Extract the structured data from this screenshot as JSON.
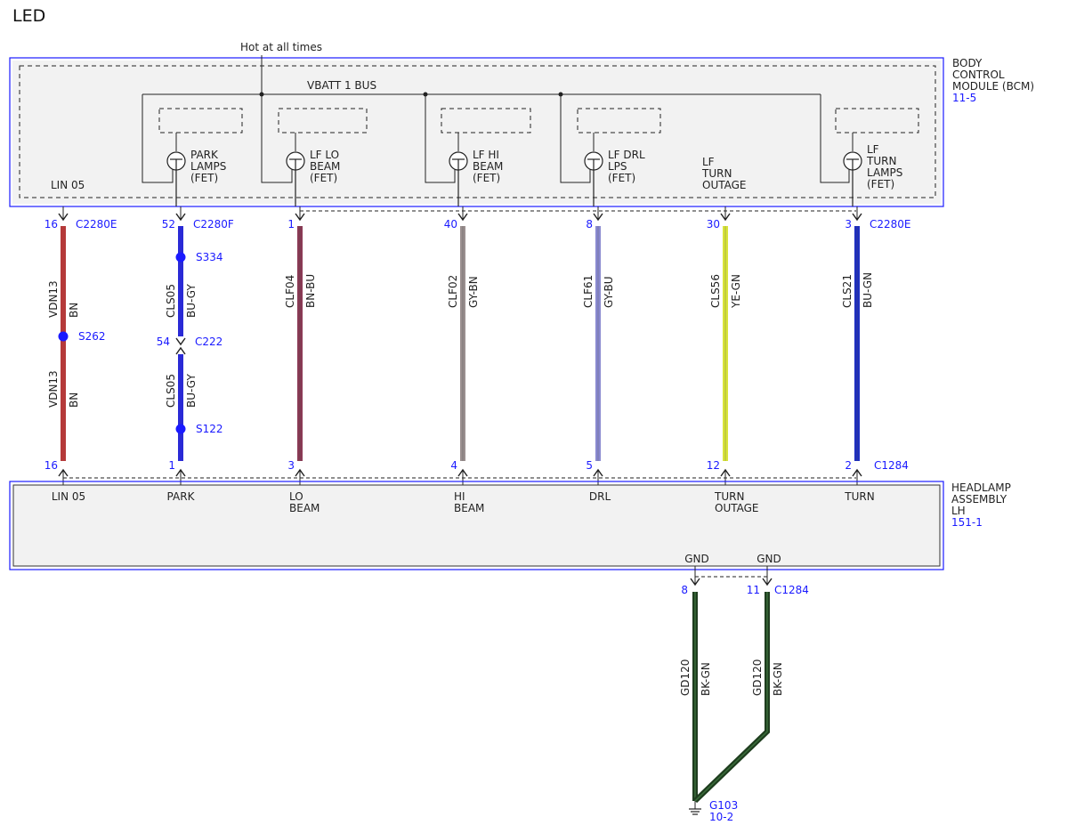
{
  "title": "LED",
  "hot_label": "Hot at all times",
  "bus_label": "VBATT 1 BUS",
  "bcm": {
    "name_lines": [
      "BODY",
      "CONTROL",
      "MODULE (BCM)"
    ],
    "ref": "11-5",
    "lin_label": "LIN 05"
  },
  "headlamp": {
    "name_lines": [
      "HEADLAMP",
      "ASSEMBLY",
      "LH"
    ],
    "ref": "151-1"
  },
  "fets": [
    {
      "label_lines": [
        "PARK",
        "LAMPS",
        "(FET)"
      ]
    },
    {
      "label_lines": [
        "LF LO",
        "BEAM",
        "(FET)"
      ]
    },
    {
      "label_lines": [
        "LF HI",
        "BEAM",
        "(FET)"
      ]
    },
    {
      "label_lines": [
        "LF DRL",
        "LPS",
        "(FET)"
      ]
    },
    {
      "label_lines": [
        "LF",
        "TURN",
        "LAMPS",
        "(FET)"
      ]
    }
  ],
  "turn_outage_bcm_lines": [
    "LF",
    "TURN",
    "OUTAGE"
  ],
  "circuits": [
    {
      "id": "lin",
      "top_pin": "16",
      "top_conn": "C2280E",
      "bottom_pin": "16",
      "bottom_conn": "",
      "color_hex": "#b53a3a",
      "segments": [
        {
          "circuit": "VDN13",
          "color": "BN"
        },
        {
          "circuit": "VDN13",
          "color": "BN"
        }
      ],
      "splice": "S262",
      "inline_conn": "",
      "inline_pin": "",
      "lamp_label_lines": [
        "LIN 05"
      ]
    },
    {
      "id": "park",
      "top_pin": "52",
      "top_conn": "C2280F",
      "bottom_pin": "1",
      "bottom_conn": "",
      "color_hex": "#2a2ad6",
      "segments": [
        {
          "circuit": "CLS05",
          "color": "BU-GY"
        },
        {
          "circuit": "CLS05",
          "color": "BU-GY"
        }
      ],
      "splice_top": "S334",
      "inline_pin": "54",
      "inline_conn": "C222",
      "splice_bottom": "S122",
      "lamp_label_lines": [
        "PARK"
      ]
    },
    {
      "id": "lobeam",
      "top_pin": "1",
      "top_conn": "",
      "bottom_pin": "3",
      "bottom_conn": "",
      "color_hex": "#8a3a55",
      "segments": [
        {
          "circuit": "CLF04",
          "color": "BN-BU"
        }
      ],
      "lamp_label_lines": [
        "LO",
        "BEAM"
      ]
    },
    {
      "id": "hibeam",
      "top_pin": "40",
      "top_conn": "",
      "bottom_pin": "4",
      "bottom_conn": "",
      "color_hex": "#9a8f8f",
      "segments": [
        {
          "circuit": "CLF02",
          "color": "GY-BN"
        }
      ],
      "lamp_label_lines": [
        "HI",
        "BEAM"
      ]
    },
    {
      "id": "drl",
      "top_pin": "8",
      "top_conn": "",
      "bottom_pin": "5",
      "bottom_conn": "",
      "color_hex": "#8a8ad0",
      "segments": [
        {
          "circuit": "CLF61",
          "color": "GY-BU"
        }
      ],
      "lamp_label_lines": [
        "DRL"
      ]
    },
    {
      "id": "turnoutage",
      "top_pin": "30",
      "top_conn": "",
      "bottom_pin": "12",
      "bottom_conn": "",
      "color_hex": "#d8e43a",
      "segments": [
        {
          "circuit": "CLS56",
          "color": "YE-GN"
        }
      ],
      "lamp_label_lines": [
        "TURN",
        "OUTAGE"
      ]
    },
    {
      "id": "turn",
      "top_pin": "3",
      "top_conn": "C2280E",
      "bottom_pin": "2",
      "bottom_conn": "C1284",
      "color_hex": "#1f2fc0",
      "segments": [
        {
          "circuit": "CLS21",
          "color": "BU-GN"
        }
      ],
      "lamp_label_lines": [
        "TURN"
      ]
    }
  ],
  "grounds": [
    {
      "label": "GND",
      "pin": "8",
      "conn": "",
      "circuit": "GD120",
      "color": "BK-GN"
    },
    {
      "label": "GND",
      "pin": "11",
      "conn": "C1284",
      "circuit": "GD120",
      "color": "BK-GN"
    }
  ],
  "ground_point": {
    "name": "G103",
    "ref": "10-2"
  },
  "colors": {
    "link": "#1a1aff",
    "box_border": "#1a1aff",
    "box_fill": "#f2f2f2",
    "ground_wire": "#1e3d1e"
  }
}
